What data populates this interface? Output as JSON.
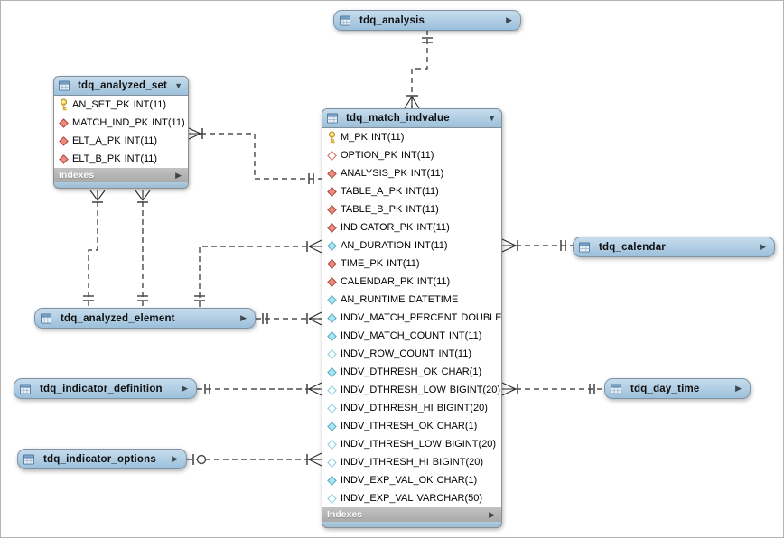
{
  "ui": {
    "expanded_arrow": "▼",
    "collapsed_arrow": "▶",
    "footer_arrow": "▶"
  },
  "tables": [
    {
      "title": "tdq_analysis",
      "collapsed": true
    },
    {
      "title": "tdq_analyzed_set",
      "collapsed": false,
      "footer_label": "Indexes",
      "columns": [
        {
          "icon": "primary-key",
          "name": "AN_SET_PK",
          "type": "INT(11)"
        },
        {
          "icon": "fk",
          "name": "MATCH_IND_PK",
          "type": "INT(11)"
        },
        {
          "icon": "fk",
          "name": "ELT_A_PK",
          "type": "INT(11)"
        },
        {
          "icon": "fk",
          "name": "ELT_B_PK",
          "type": "INT(11)"
        }
      ]
    },
    {
      "title": "tdq_match_indvalue",
      "collapsed": false,
      "footer_label": "Indexes",
      "columns": [
        {
          "icon": "primary-key",
          "name": "M_PK",
          "type": "INT(11)"
        },
        {
          "icon": "fk-nullable",
          "name": "OPTION_PK",
          "type": "INT(11)"
        },
        {
          "icon": "fk",
          "name": "ANALYSIS_PK",
          "type": "INT(11)"
        },
        {
          "icon": "fk",
          "name": "TABLE_A_PK",
          "type": "INT(11)"
        },
        {
          "icon": "fk",
          "name": "TABLE_B_PK",
          "type": "INT(11)"
        },
        {
          "icon": "fk",
          "name": "INDICATOR_PK",
          "type": "INT(11)"
        },
        {
          "icon": "column",
          "name": "AN_DURATION",
          "type": "INT(11)"
        },
        {
          "icon": "fk",
          "name": "TIME_PK",
          "type": "INT(11)"
        },
        {
          "icon": "fk",
          "name": "CALENDAR_PK",
          "type": "INT(11)"
        },
        {
          "icon": "column",
          "name": "AN_RUNTIME",
          "type": "DATETIME"
        },
        {
          "icon": "column",
          "name": "INDV_MATCH_PERCENT",
          "type": "DOUBLE"
        },
        {
          "icon": "column",
          "name": "INDV_MATCH_COUNT",
          "type": "INT(11)"
        },
        {
          "icon": "column-nullable",
          "name": "INDV_ROW_COUNT",
          "type": "INT(11)"
        },
        {
          "icon": "column",
          "name": "INDV_DTHRESH_OK",
          "type": "CHAR(1)"
        },
        {
          "icon": "column-nullable",
          "name": "INDV_DTHRESH_LOW",
          "type": "BIGINT(20)"
        },
        {
          "icon": "column-nullable",
          "name": "INDV_DTHRESH_HI",
          "type": "BIGINT(20)"
        },
        {
          "icon": "column",
          "name": "INDV_ITHRESH_OK",
          "type": "CHAR(1)"
        },
        {
          "icon": "column-nullable",
          "name": "INDV_ITHRESH_LOW",
          "type": "BIGINT(20)"
        },
        {
          "icon": "column-nullable",
          "name": "INDV_ITHRESH_HI",
          "type": "BIGINT(20)"
        },
        {
          "icon": "column",
          "name": "INDV_EXP_VAL_OK",
          "type": "CHAR(1)"
        },
        {
          "icon": "column-nullable",
          "name": "INDV_EXP_VAL",
          "type": "VARCHAR(50)"
        }
      ]
    },
    {
      "title": "tdq_analyzed_element",
      "collapsed": true
    },
    {
      "title": "tdq_indicator_definition",
      "collapsed": true
    },
    {
      "title": "tdq_indicator_options",
      "collapsed": true
    },
    {
      "title": "tdq_calendar",
      "collapsed": true
    },
    {
      "title": "tdq_day_time",
      "collapsed": true
    }
  ],
  "relationships": [
    {
      "from": "tdq_analysis",
      "from_cardinality": "one",
      "to": "tdq_match_indvalue",
      "to_cardinality": "many",
      "line": "dashed"
    },
    {
      "from": "tdq_match_indvalue",
      "from_cardinality": "one",
      "to": "tdq_analyzed_set",
      "to_cardinality": "many",
      "line": "dashed"
    },
    {
      "from": "tdq_analyzed_element",
      "from_cardinality": "one",
      "to": "tdq_analyzed_set",
      "to_cardinality": "many",
      "line": "dashed"
    },
    {
      "from": "tdq_analyzed_element",
      "from_cardinality": "one",
      "to": "tdq_analyzed_set",
      "to_cardinality": "many",
      "line": "dashed"
    },
    {
      "from": "tdq_analyzed_element",
      "from_cardinality": "one",
      "to": "tdq_match_indvalue",
      "to_cardinality": "many",
      "line": "dashed"
    },
    {
      "from": "tdq_analyzed_element",
      "from_cardinality": "one",
      "to": "tdq_match_indvalue",
      "to_cardinality": "many",
      "line": "dashed"
    },
    {
      "from": "tdq_indicator_definition",
      "from_cardinality": "one",
      "to": "tdq_match_indvalue",
      "to_cardinality": "many",
      "line": "dashed"
    },
    {
      "from": "tdq_indicator_options",
      "from_cardinality": "zero-or-one",
      "to": "tdq_match_indvalue",
      "to_cardinality": "many",
      "line": "dashed"
    },
    {
      "from": "tdq_calendar",
      "from_cardinality": "one",
      "to": "tdq_match_indvalue",
      "to_cardinality": "many",
      "line": "dashed"
    },
    {
      "from": "tdq_day_time",
      "from_cardinality": "one",
      "to": "tdq_match_indvalue",
      "to_cardinality": "many",
      "line": "dashed"
    }
  ],
  "colors": {
    "table_header_blue": "#a9c7de",
    "footer_gray": "#b2b2b2",
    "pk_key_yellow": "#ffd95e",
    "fk_diamond_red": "#ee8a7f",
    "column_diamond_cyan": "#a8e6f2",
    "connector": "#2b2b2b"
  }
}
